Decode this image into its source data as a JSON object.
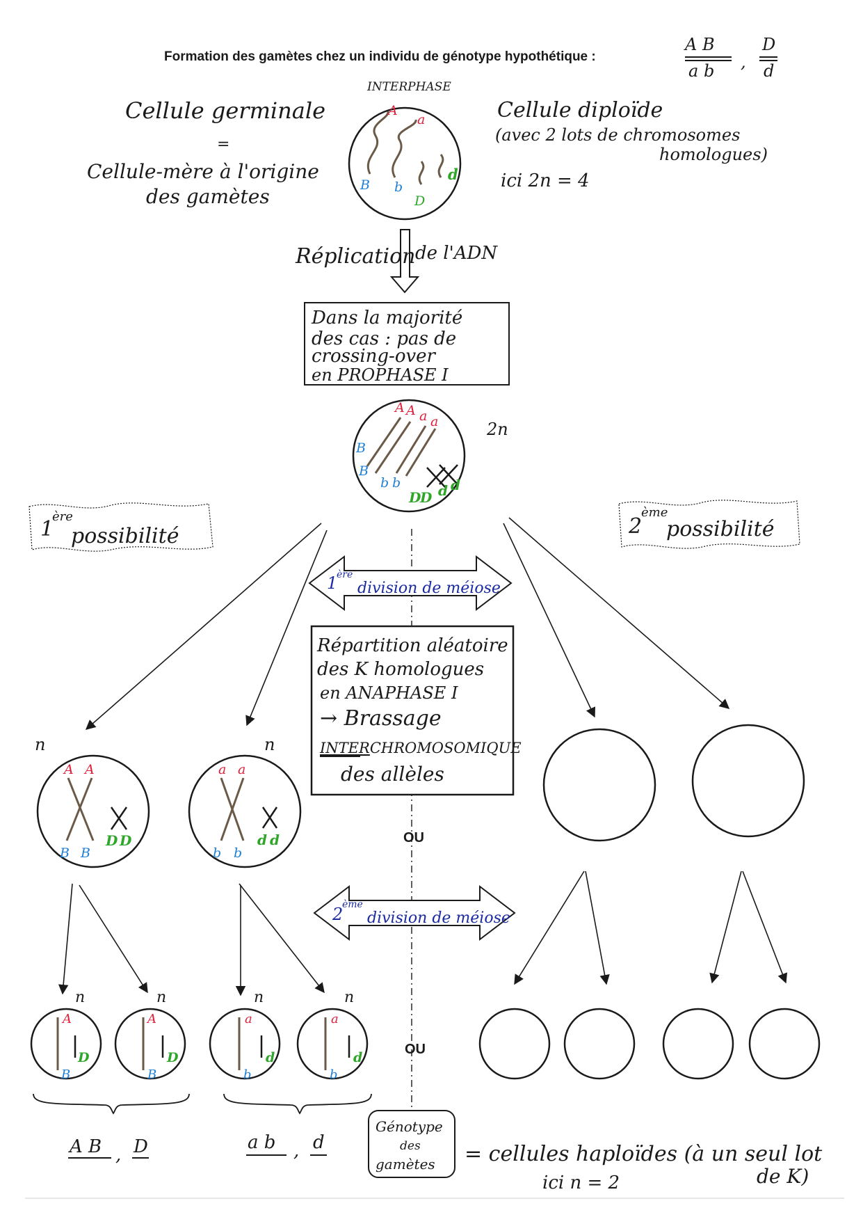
{
  "title": {
    "prefix": "Formation des gamètes chez un individu de génotype hypothétique :",
    "genotype_num1": "A B",
    "genotype_den1": "a b",
    "genotype_sep": ",",
    "genotype_num2": "D",
    "genotype_den2": "d"
  },
  "interphase": {
    "label": "INTERPHASE",
    "germinal_line1": "Cellule germinale",
    "equals": "=",
    "germinal_line2": "Cellule-mère à l'origine",
    "germinal_line3": "des gamètes",
    "diploid_line1": "Cellule diploïde",
    "diploid_line2": "(avec 2 lots de chromosomes",
    "diploid_line3": "homologues)",
    "diploid_line4": "ici 2n = 4"
  },
  "replication": {
    "left": "Réplication",
    "right": "de l'ADN"
  },
  "prophase_box": {
    "line1": "Dans la majorité",
    "line2": "des cas : pas de",
    "line3": "crossing-over",
    "line4": "en PROPHASE I"
  },
  "prophase_cell": {
    "ploidy": "2n"
  },
  "possibility_1": {
    "sup": "ère",
    "num": "1",
    "word": "possibilité"
  },
  "possibility_2": {
    "sup": "ème",
    "num": "2",
    "word": "possibilité"
  },
  "meiosis_1": {
    "num": "1",
    "sup": "ère",
    "text": "division de méiose"
  },
  "meiosis_2": {
    "num": "2",
    "sup": "ème",
    "text": "division de méiose"
  },
  "anaphase_box": {
    "line1": "Répartition aléatoire",
    "line2": "des K homologues",
    "line3": "en ANAPHASE I",
    "line4": "→ Brassage",
    "line5_under": "INTER",
    "line5_rest": "CHROMOSOMIQUE",
    "line6": "des allèles"
  },
  "or_label": "OU",
  "ploidy_n": "n",
  "alleles": {
    "A": "A",
    "a": "a",
    "B": "B",
    "b": "b",
    "D": "D",
    "d": "d"
  },
  "results": {
    "group1_num": "A B",
    "group1_num2": "D",
    "group2_num": "a b",
    "group2_num2": "d",
    "sep": ","
  },
  "gamete_box": {
    "line1": "Génotype",
    "line2": "des",
    "line3": "gamètes"
  },
  "haploid": {
    "line1": "= cellules haploïdes (à un seul lot",
    "line2": "ici n = 2",
    "line3": "de K)"
  },
  "colors": {
    "ink": "#1a1a1a",
    "red": "#e0203a",
    "blue": "#1f7fd6",
    "green": "#2fa52a",
    "navy": "#1a2aa0",
    "chromosome": "#6b5a48"
  }
}
